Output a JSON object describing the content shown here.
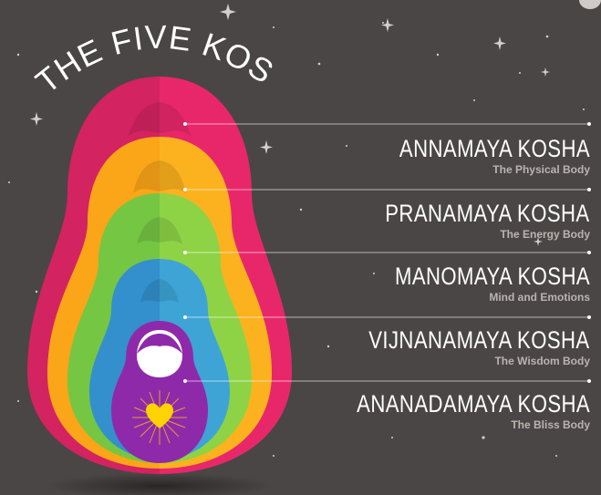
{
  "title": "THE FIVE KOSHAS",
  "koshas": [
    {
      "name": "ANNAMAYA KOSHA",
      "subtitle": "The Physical Body",
      "color": "#e8276a"
    },
    {
      "name": "PRANAMAYA KOSHA",
      "subtitle": "The Energy Body",
      "color": "#fbb21e"
    },
    {
      "name": "MANOMAYA KOSHA",
      "subtitle": "Mind and Emotions",
      "color": "#8ed346"
    },
    {
      "name": "VIJNANAMAYA KOSHA",
      "subtitle": "The Wisdom Body",
      "color": "#3ea4d6"
    },
    {
      "name": "ANANADAMAYA KOSHA",
      "subtitle": "The Bliss Body",
      "color": "#8e2aa9"
    }
  ],
  "colors": {
    "background": "#4a4645",
    "heart": "#ffd200",
    "text": "#ffffff",
    "subtext": "#b9b4b1"
  }
}
